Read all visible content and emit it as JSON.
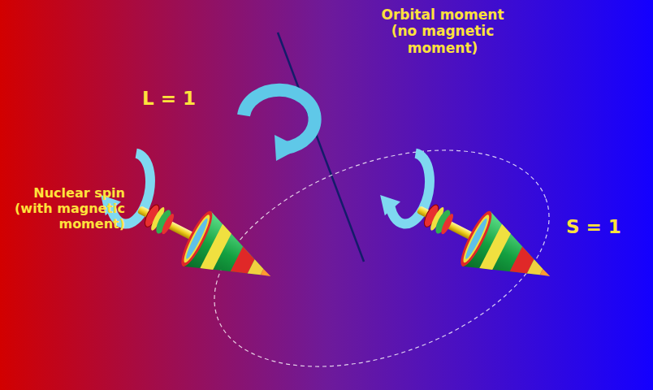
{
  "diagram": {
    "labels": [
      "Orbital moment (no magnetic moment)",
      "L = 1",
      "Nuclear spin (with magnetic moment)",
      "S = 1"
    ]
  }
}
